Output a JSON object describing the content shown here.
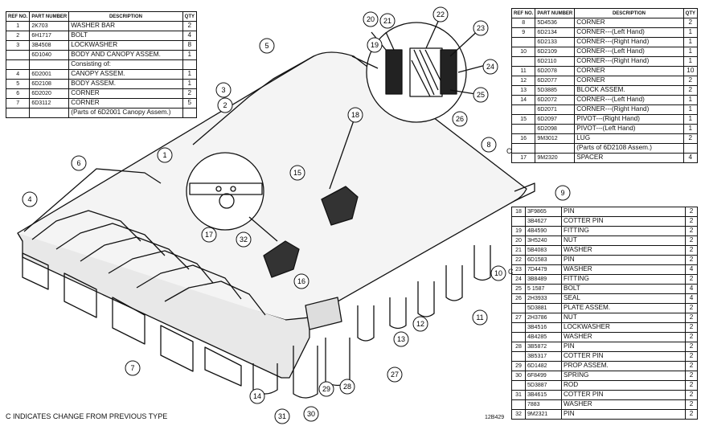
{
  "tables": {
    "top_left": {
      "headers": [
        "REF NO.",
        "PART NUMBER",
        "DESCRIPTION",
        "QTY"
      ],
      "rows": [
        {
          "no": "1",
          "part": "2K703",
          "desc": "WASHER BAR",
          "qty": "2"
        },
        {
          "no": "2",
          "part": "6H1717",
          "desc": "BOLT",
          "qty": "4"
        },
        {
          "no": "3",
          "part": "3B4508",
          "desc": "LOCKWASHER",
          "qty": "8"
        },
        {
          "no": "",
          "part": "6D1040",
          "desc": "BODY AND CANOPY ASSEM.",
          "qty": "1"
        },
        {
          "no": "",
          "part": "",
          "desc": "Consisting of:",
          "qty": ""
        },
        {
          "no": "4",
          "part": "6D2001",
          "desc": "CANOPY ASSEM.",
          "qty": "1"
        },
        {
          "no": "5",
          "part": "6D2108",
          "desc": "BODY ASSEM.",
          "qty": "1"
        },
        {
          "no": "6",
          "part": "6D2020",
          "desc": "CORNER",
          "qty": "2"
        },
        {
          "no": "7",
          "part": "6D3112",
          "desc": "CORNER",
          "qty": "5"
        },
        {
          "no": "",
          "part": "",
          "desc": "(Parts of 6D2001 Canopy Assem.)",
          "qty": ""
        }
      ]
    },
    "top_right": {
      "headers": [
        "REF NO.",
        "PART NUMBER",
        "DESCRIPTION",
        "QTY"
      ],
      "rows": [
        {
          "no": "8",
          "part": "5D4536",
          "desc": "CORNER",
          "qty": "2"
        },
        {
          "no": "9",
          "part": "6D2134",
          "desc": "CORNER---(Left Hand)",
          "qty": "1"
        },
        {
          "no": "",
          "part": "6D2133",
          "desc": "CORNER---(Right Hand)",
          "qty": "1"
        },
        {
          "no": "10",
          "part": "6D2109",
          "desc": "CORNER---(Left Hand)",
          "qty": "1"
        },
        {
          "no": "",
          "part": "6D2110",
          "desc": "CORNER---(Right Hand)",
          "qty": "1"
        },
        {
          "no": "11",
          "part": "6D2078",
          "desc": "CORNER",
          "qty": "10"
        },
        {
          "no": "12",
          "part": "6D2077",
          "desc": "CORNER",
          "qty": "2"
        },
        {
          "no": "13",
          "part": "5D3885",
          "desc": "BLOCK ASSEM.",
          "qty": "2"
        },
        {
          "no": "14",
          "part": "6D2072",
          "desc": "CORNER---(Left Hand)",
          "qty": "1"
        },
        {
          "no": "",
          "part": "6D2071",
          "desc": "CORNER---(Right Hand)",
          "qty": "1"
        },
        {
          "no": "15",
          "part": "6D2097",
          "desc": "PIVOT---(Right Hand)",
          "qty": "1"
        },
        {
          "no": "",
          "part": "6D2098",
          "desc": "PIVOT---(Left Hand)",
          "qty": "1"
        },
        {
          "no": "16",
          "part": "9M3012",
          "desc": "LUG",
          "qty": "2"
        },
        {
          "no": "",
          "part": "",
          "desc": "(Parts of 6D2108 Assem.)",
          "qty": ""
        },
        {
          "no": "17",
          "part": "9M2320",
          "desc": "SPACER",
          "qty": "4"
        }
      ]
    },
    "bottom_right": {
      "rows": [
        {
          "no": "18",
          "part": "3F9865",
          "desc": "PIN",
          "qty": "2"
        },
        {
          "no": "",
          "part": "3B4627",
          "desc": "COTTER PIN",
          "qty": "2"
        },
        {
          "no": "19",
          "part": "4B4590",
          "desc": "FITTING",
          "qty": "2"
        },
        {
          "no": "20",
          "part": "3H5240",
          "desc": "NUT",
          "qty": "2"
        },
        {
          "no": "21",
          "part": "5B4083",
          "desc": "WASHER",
          "qty": "2"
        },
        {
          "no": "22",
          "part": "6D1583",
          "desc": "PIN",
          "qty": "2"
        },
        {
          "no": "23",
          "part": "7D4479",
          "desc": "WASHER",
          "qty": "4"
        },
        {
          "no": "24",
          "part": "3B8489",
          "desc": "FITTING",
          "qty": "2"
        },
        {
          "no": "25",
          "part": "5 1587",
          "desc": "BOLT",
          "qty": "4"
        },
        {
          "no": "26",
          "part": "2H3933",
          "desc": "SEAL",
          "qty": "4"
        },
        {
          "no": "",
          "part": "5D3881",
          "desc": "PLATE ASSEM.",
          "qty": "2"
        },
        {
          "no": "27",
          "part": "2H3786",
          "desc": "NUT",
          "qty": "2"
        },
        {
          "no": "",
          "part": "3B4516",
          "desc": "LOCKWASHER",
          "qty": "2"
        },
        {
          "no": "",
          "part": "4B4285",
          "desc": "WASHER",
          "qty": "2"
        },
        {
          "no": "28",
          "part": "3B5872",
          "desc": "PIN",
          "qty": "2"
        },
        {
          "no": "",
          "part": "3B5317",
          "desc": "COTTER PIN",
          "qty": "2"
        },
        {
          "no": "29",
          "part": "6D1482",
          "desc": "PROP ASSEM.",
          "qty": "2"
        },
        {
          "no": "30",
          "part": "6F8499",
          "desc": "SPRING",
          "qty": "2"
        },
        {
          "no": "",
          "part": "5D3887",
          "desc": "ROD",
          "qty": "2"
        },
        {
          "no": "31",
          "part": "3B4615",
          "desc": "COTTER PIN",
          "qty": "2"
        },
        {
          "no": "",
          "part": "7883",
          "desc": "WASHER",
          "qty": "2"
        },
        {
          "no": "32",
          "part": "9M2321",
          "desc": "PIN",
          "qty": "2"
        }
      ]
    }
  },
  "callouts": [
    "1",
    "2",
    "3",
    "4",
    "5",
    "6",
    "7",
    "8",
    "9",
    "10",
    "11",
    "12",
    "13",
    "14",
    "15",
    "16",
    "17",
    "18",
    "19",
    "20",
    "21",
    "22",
    "23",
    "24",
    "25",
    "26",
    "27",
    "28",
    "29",
    "30",
    "31",
    "32"
  ],
  "change_mark": "C",
  "footnote": "C INDICATES CHANGE FROM PREVIOUS TYPE",
  "figure_id": "12B429"
}
